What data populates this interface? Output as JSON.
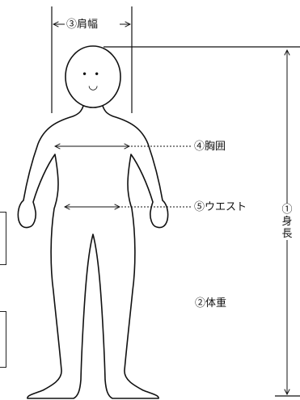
{
  "labels": {
    "shoulder_width": "③肩幅",
    "chest": "④胸囲",
    "waist": "⑤ウエスト",
    "height": "①身長",
    "weight": "②体重"
  },
  "face": {
    "eyes": "••",
    "mouth": "◡"
  },
  "colors": {
    "line": "#111111",
    "background": "#ffffff"
  }
}
